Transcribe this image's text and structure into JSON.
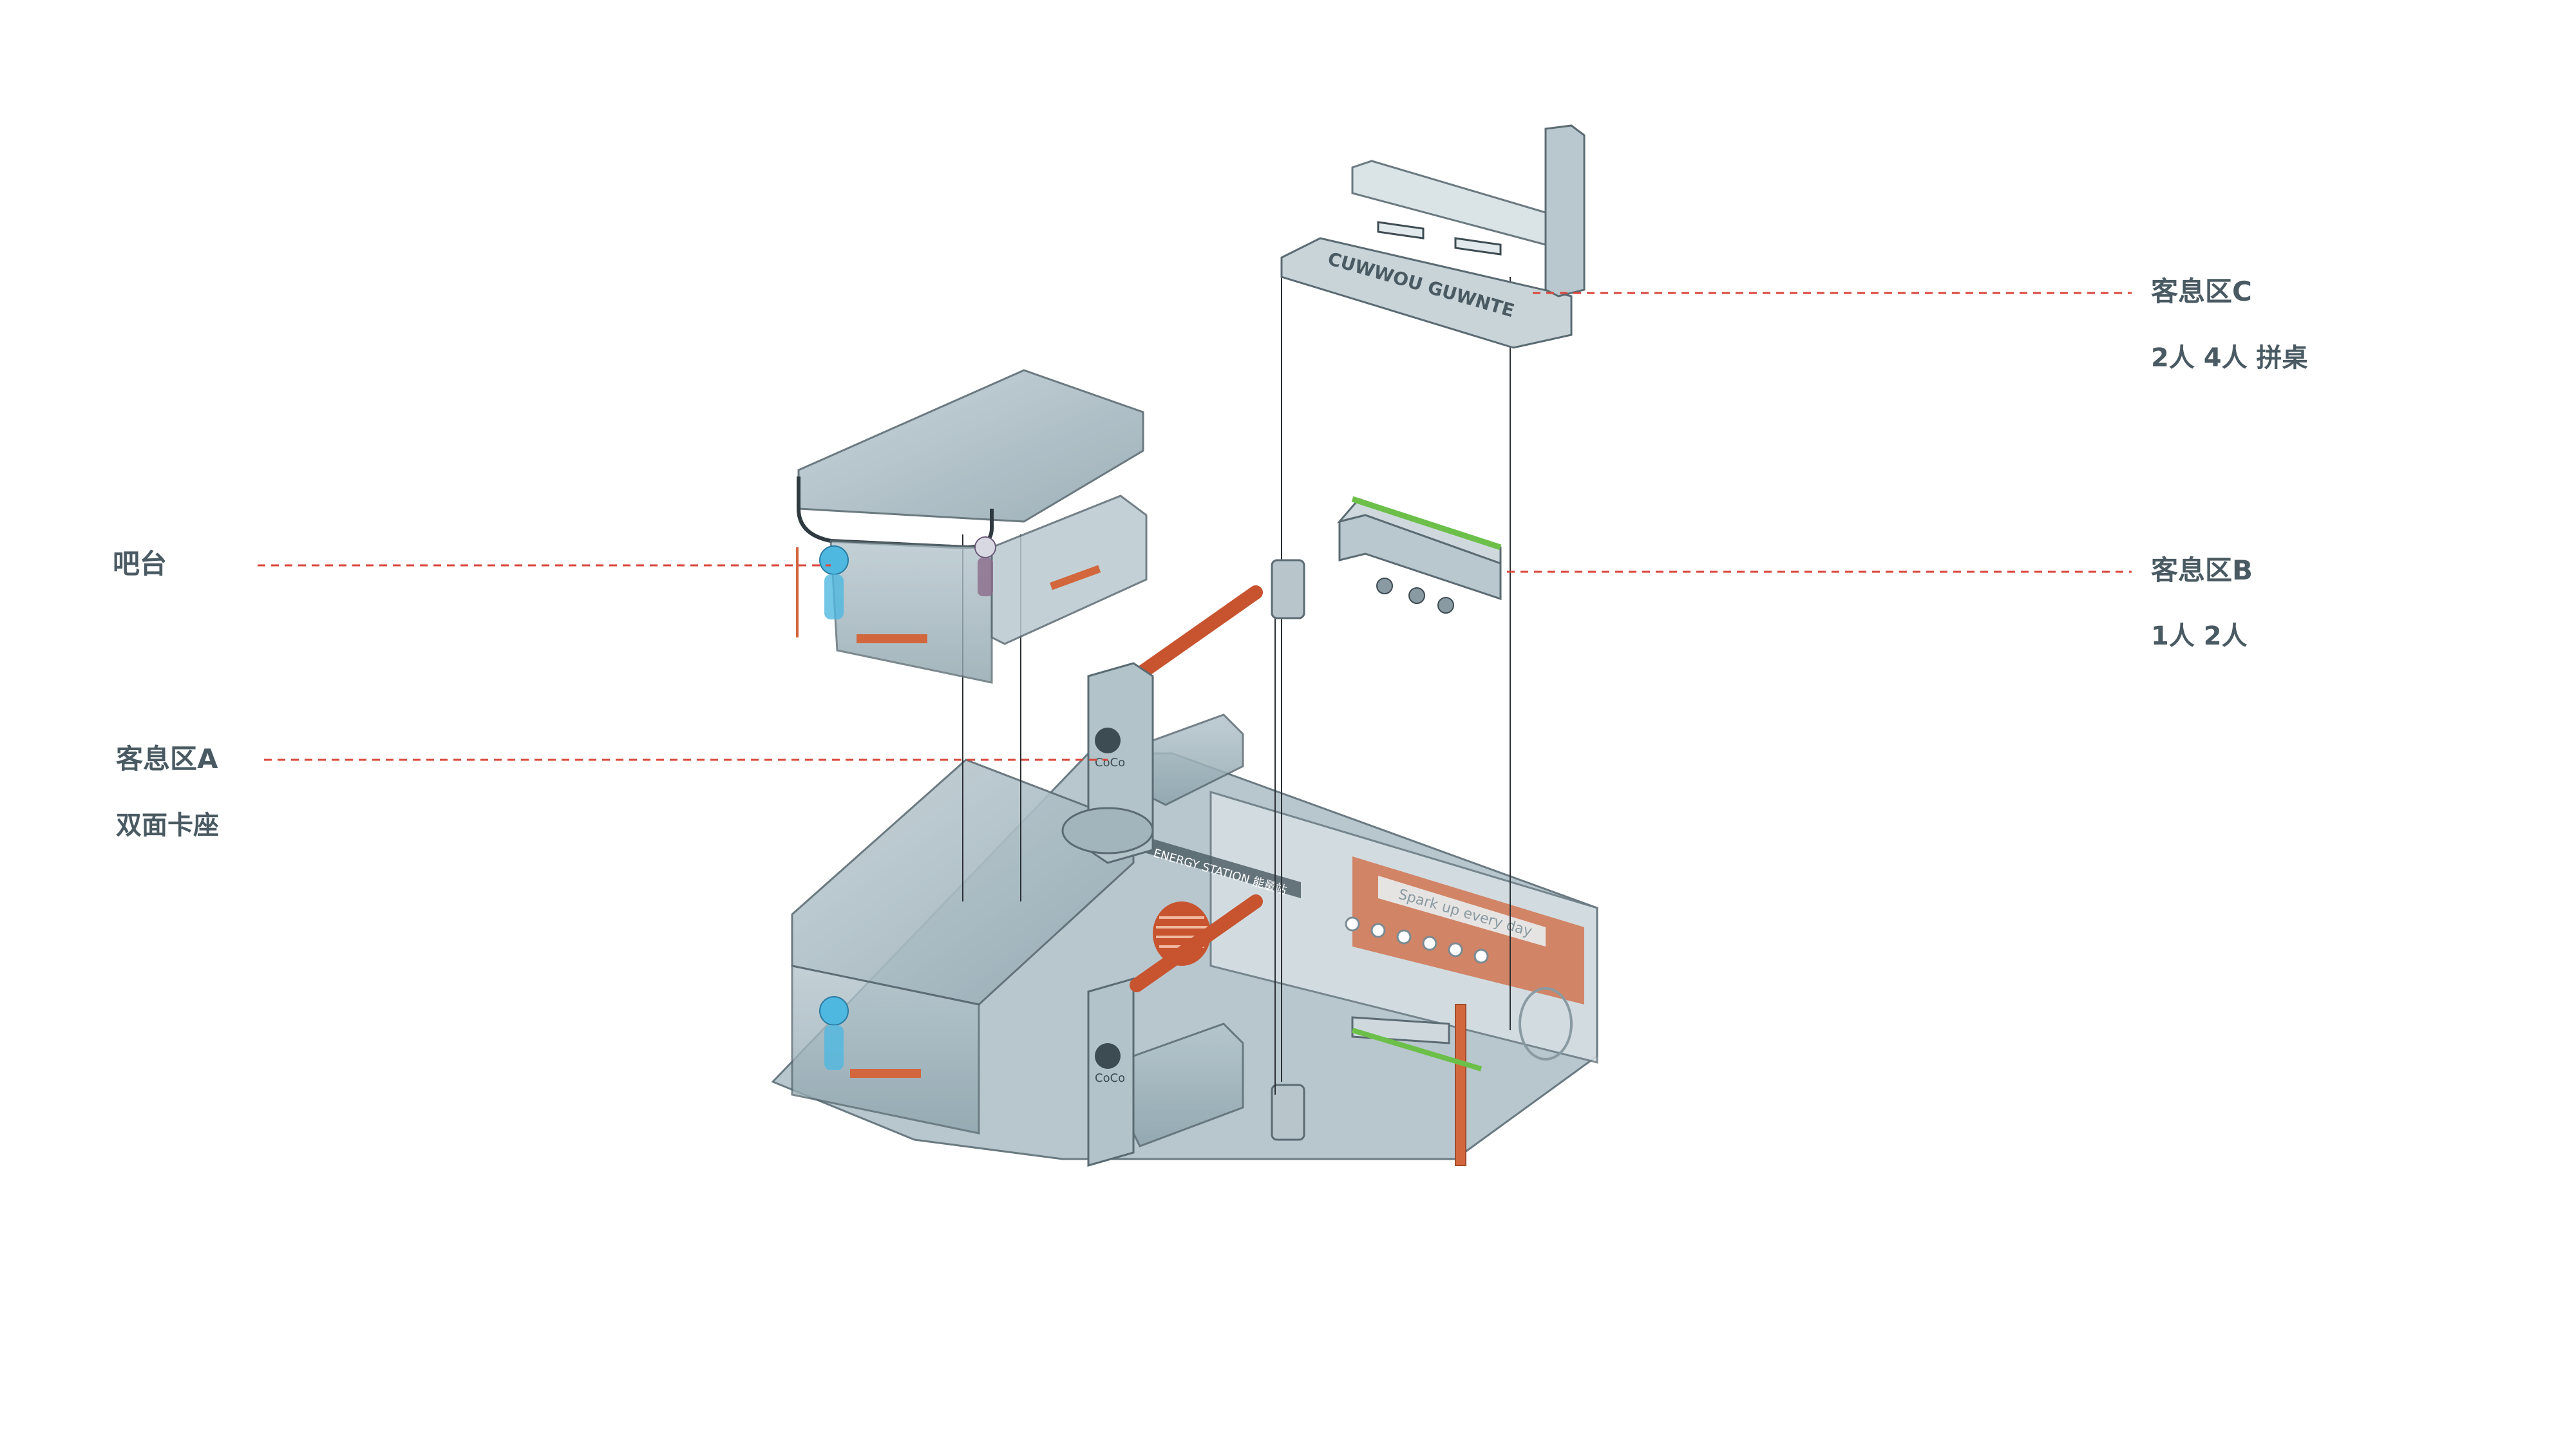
{
  "colors": {
    "leader_line": "#d9463a",
    "label_text": "#4a5a62",
    "glass": "#9fb3bc",
    "glass_edge": "#5b6b73",
    "accent_orange": "#d2673e",
    "accent_green": "#6cc04a",
    "figure_blue": "#4fb8e0"
  },
  "labels": {
    "bar": {
      "title": "吧台"
    },
    "zone_a": {
      "title": "客息区A",
      "sub": "双面卡座"
    },
    "zone_b": {
      "title": "客息区B",
      "sub": "1人 2人"
    },
    "zone_c": {
      "title": "客息区C",
      "sub": "2人 4人 拼桌"
    }
  },
  "drawing": {
    "tower_lettering": "CUWWOU GUWNTE",
    "store_sign": "ENERGY STATION 能量站",
    "wall_slogan": "Spark up every day",
    "column_logo": "CoCo"
  }
}
